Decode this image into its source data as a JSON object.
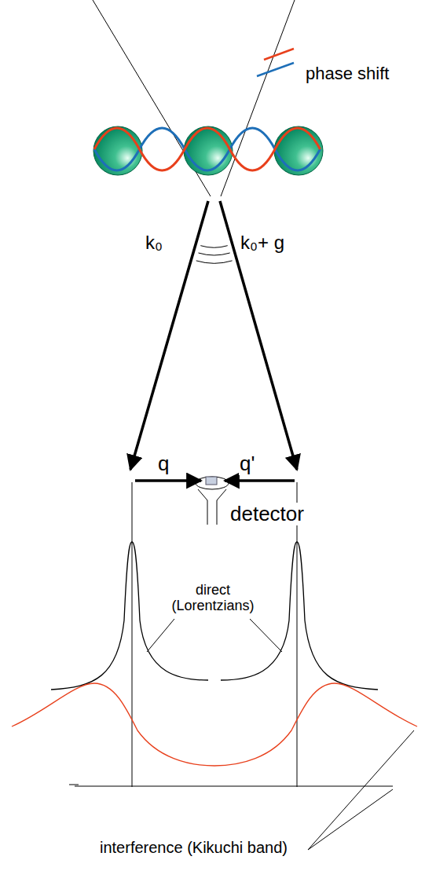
{
  "diagram": {
    "labels": [
      "phase shift",
      "k₀",
      "k₀+ g",
      "q",
      "q'",
      "detector",
      "direct (Lorentzians)",
      "interference (Kikuchi band)"
    ]
  }
}
